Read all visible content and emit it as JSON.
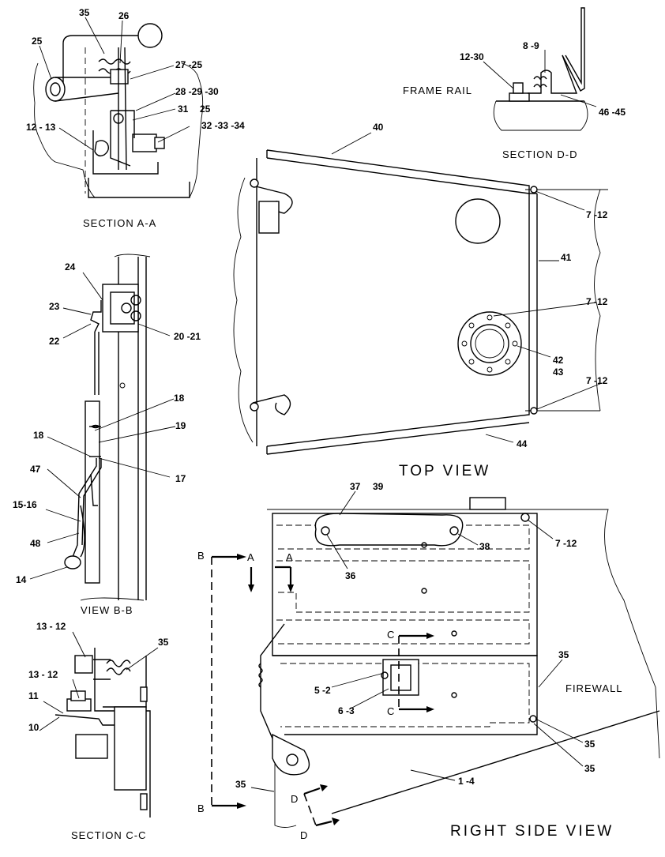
{
  "views": {
    "section_aa": {
      "caption": "SECTION A-A",
      "callouts": [
        "35",
        "26",
        "25",
        "27 -25",
        "28 -29 -30",
        "31",
        "25",
        "32 -33 -34",
        "12 - 13"
      ]
    },
    "section_dd": {
      "caption": "SECTION D-D",
      "callouts": [
        "12-30",
        "8 -9",
        "FRAME RAIL",
        "46 -45"
      ]
    },
    "top_view": {
      "caption": "TOP VIEW",
      "callouts": [
        "40",
        "7 -12",
        "41",
        "7 -12",
        "42",
        "43",
        "7 -12",
        "44"
      ]
    },
    "view_bb": {
      "caption": "VIEW B-B",
      "callouts": [
        "24",
        "23",
        "22",
        "20 -21",
        "18",
        "19",
        "18",
        "17",
        "47",
        "15-16",
        "48",
        "14"
      ]
    },
    "section_cc": {
      "caption": "SECTION C-C",
      "callouts": [
        "35",
        "13 - 12",
        "13 - 12",
        "11",
        "10"
      ]
    },
    "right_side_view": {
      "caption": "RIGHT SIDE VIEW",
      "callouts": [
        "37",
        "39",
        "7 -12",
        "36",
        "38",
        "35",
        "FIREWALL",
        "5 -2",
        "6 -3",
        "35",
        "35",
        "1 -4",
        "35"
      ],
      "section_markers": [
        "B",
        "B",
        "A",
        "A",
        "C",
        "C",
        "D",
        "D"
      ]
    }
  }
}
